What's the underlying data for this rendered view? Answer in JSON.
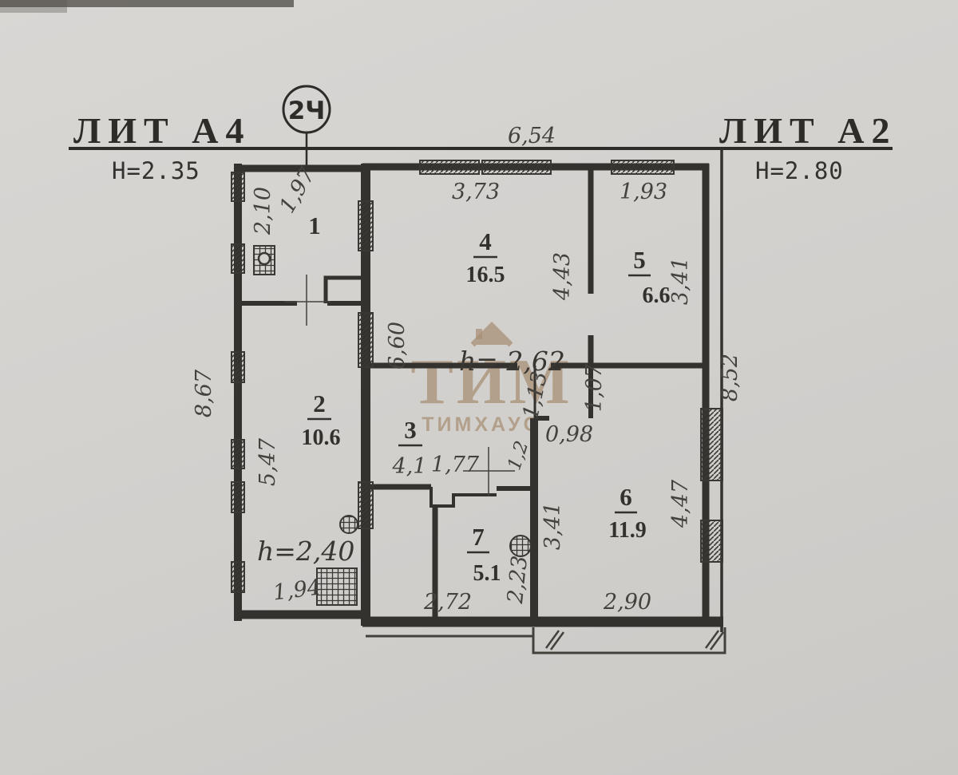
{
  "header": {
    "left_label": "ЛИТ  А4",
    "left_height": "Н=2.35",
    "right_label": "ЛИТ  А2",
    "right_height": "Н=2.80",
    "section_mark": "2Ч"
  },
  "rooms": {
    "r1": {
      "number": "1"
    },
    "r2": {
      "number": "2",
      "area": "10.6",
      "height": "h=2,40"
    },
    "r3": {
      "number": "3"
    },
    "r4": {
      "number": "4",
      "area": "16.5",
      "height": "h= 2,62"
    },
    "r5": {
      "number": "5",
      "area": "6.6"
    },
    "r6": {
      "number": "6",
      "area": "11.9"
    },
    "r7": {
      "number": "7",
      "area": "5.1"
    }
  },
  "dimensions": {
    "top_span": "6,54",
    "room1_width": "1,97",
    "room1_depth": "2,10",
    "room4_width": "3,73",
    "room5_width": "1,93",
    "room4_depth": "4,43",
    "room5_depth": "3,41",
    "room4_length": "6,60",
    "left_total": "8,67",
    "right_total": "8,52",
    "room2_length": "5,47",
    "corridor_113": "1,13",
    "corridor_107": "1,07",
    "door_098": "0,98",
    "corridor_41": "4,1",
    "corridor_177": "1,77",
    "corridor_12": "1,2",
    "room6_inner": "3,41",
    "room6_depth": "4,47",
    "room7_depth": "2,23",
    "room7_width": "2,72",
    "room6_width": "2,90",
    "room2_width": "1,94"
  },
  "watermark": {
    "logo": "ТИМ",
    "name": "ТИМХАУС"
  }
}
